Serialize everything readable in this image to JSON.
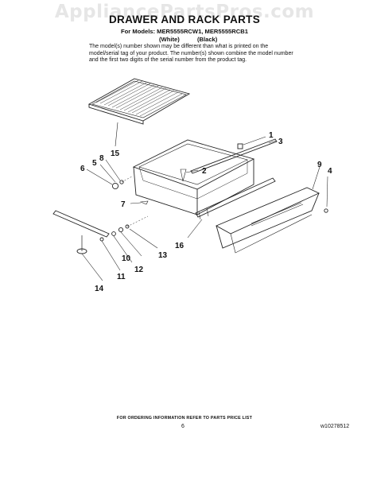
{
  "watermark": "AppliancePartsPros.com",
  "header": {
    "title": "DRAWER AND RACK PARTS",
    "models_line": "For Models: MER5555RCW1, MER5555RCB1",
    "color_white": "(White)",
    "color_black": "(Black)",
    "note": "The model(s) number shown may be different than what is printed on the model/serial tag of your product. The number(s) shown combine the model number and the first two digits of the serial number from the product tag."
  },
  "callouts": [
    "1",
    "2",
    "3",
    "4",
    "5",
    "6",
    "7",
    "8",
    "9",
    "10",
    "11",
    "12",
    "13",
    "14",
    "15",
    "16"
  ],
  "footer": {
    "ordering_note": "FOR ORDERING INFORMATION REFER TO PARTS PRICE LIST",
    "page_number": "6",
    "doc_id": "w10278512"
  }
}
